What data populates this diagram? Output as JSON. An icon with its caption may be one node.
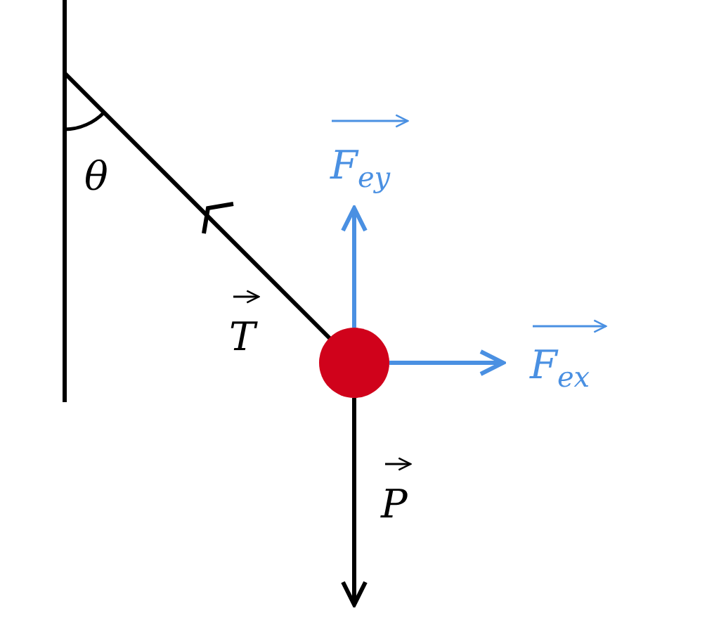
{
  "diagram": {
    "labels": [
      "θ",
      "F$_{ey}$",
      "T",
      "F$_{ex}$",
      "P"
    ]
  }
}
